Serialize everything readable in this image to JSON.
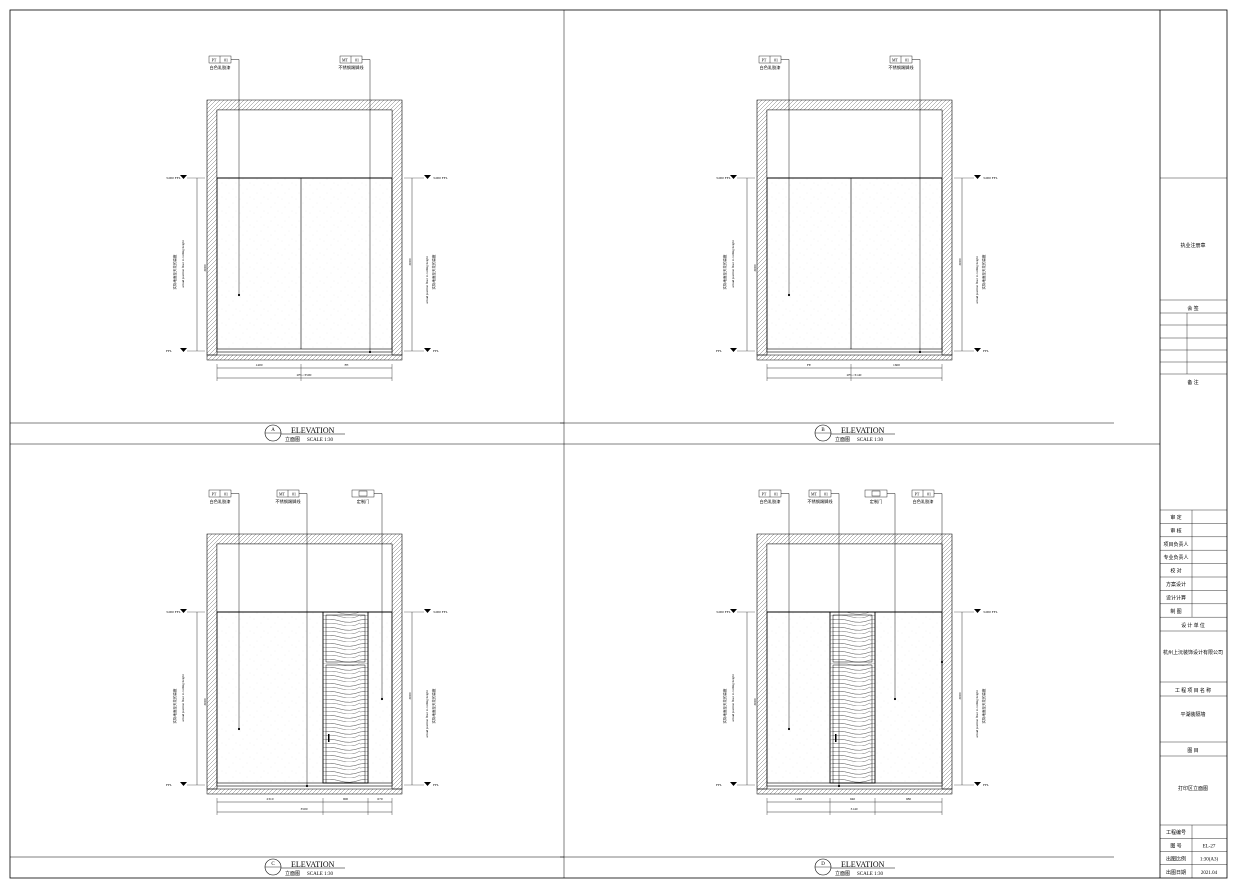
{
  "panels": [
    {
      "letter": "A",
      "title": "ELEVATION",
      "subtitle": "立面图",
      "scale": "SCALE 1:30",
      "callouts": [
        {
          "code1": "PT",
          "code2": "01",
          "material": "白色乳胶漆"
        },
        {
          "code1": "MT",
          "code2": "01",
          "material": "不锈钢踢脚线"
        }
      ],
      "level_top": "3.000 FFL",
      "level_bottom": "FFL",
      "height_dim": "3000",
      "vertical_text_left_cn": "实际地面至天花的高度",
      "vertical_text_left_en": "actual position floor to ceiling height",
      "width_dims": [
        "1400",
        "FE"
      ],
      "overall_dim": "2FL~3500",
      "has_door": false
    },
    {
      "letter": "B",
      "title": "ELEVATION",
      "subtitle": "立面图",
      "scale": "SCALE 1:30",
      "callouts": [
        {
          "code1": "PT",
          "code2": "01",
          "material": "白色乳胶漆"
        },
        {
          "code1": "MT",
          "code2": "01",
          "material": "不锈钢踢脚线"
        }
      ],
      "level_top": "3.000 FFL",
      "level_bottom": "FFL",
      "height_dim": "3000",
      "vertical_text_left_cn": "实际地面至天花的高度",
      "vertical_text_left_en": "actual position floor to ceiling height",
      "width_dims": [
        "FE",
        "1600"
      ],
      "overall_dim": "2FL~3140",
      "has_door": false
    },
    {
      "letter": "C",
      "title": "ELEVATION",
      "subtitle": "立面图",
      "scale": "SCALE 1:30",
      "callouts": [
        {
          "code1": "PT",
          "code2": "01",
          "material": "白色乳胶漆"
        },
        {
          "code1": "MT",
          "code2": "01",
          "material": "不锈钢踢脚线"
        },
        {
          "code1": "",
          "code2": "",
          "material": "定制门"
        }
      ],
      "level_top": "3.000 FFL",
      "level_bottom": "FFL",
      "height_dim": "3000",
      "vertical_text_left_cn": "实际地面至天花的高度",
      "vertical_text_left_en": "actual position floor to ceiling height",
      "width_dims": [
        "2310",
        "900",
        "670"
      ],
      "overall_dim": "3500",
      "has_door": true
    },
    {
      "letter": "D",
      "title": "ELEVATION",
      "subtitle": "立面图",
      "scale": "SCALE 1:30",
      "callouts": [
        {
          "code1": "PT",
          "code2": "01",
          "material": "白色乳胶漆"
        },
        {
          "code1": "MT",
          "code2": "01",
          "material": "不锈钢踢脚线"
        },
        {
          "code1": "",
          "code2": "",
          "material": "定制门"
        },
        {
          "code1": "PT",
          "code2": "01",
          "material": "白色乳胶漆"
        }
      ],
      "level_top": "3.000 FFL",
      "level_bottom": "FFL",
      "height_dim": "3000",
      "vertical_text_left_cn": "实际地面至天花的高度",
      "vertical_text_left_en": "actual position floor to ceiling height",
      "width_dims": [
        "1220",
        "940",
        "980"
      ],
      "overall_dim": "3140",
      "has_door": true
    }
  ],
  "title_block": {
    "license_seal": "执业注册章",
    "countersign": "会 签",
    "remarks": "备 注",
    "roles": [
      "审 定",
      "审 核",
      "项目负责人",
      "专业负责人",
      "校 对",
      "方案设计",
      "设计计算",
      "制 图"
    ],
    "design_unit_label": "设 计 单 位",
    "design_unit": "杭州上沅装饰设计有限公司",
    "project_name_label": "工 程 项 目 名 称",
    "project_name": "平湖装隔墙",
    "drawing_title_label": "图 目",
    "drawing_title": "打印区立面图",
    "info_rows": [
      {
        "label": "工程编号",
        "value": ""
      },
      {
        "label": "图 号",
        "value": "EL-27"
      },
      {
        "label": "出图比例",
        "value": "1:30(A3)"
      },
      {
        "label": "出图日期",
        "value": "2021.04"
      }
    ]
  }
}
